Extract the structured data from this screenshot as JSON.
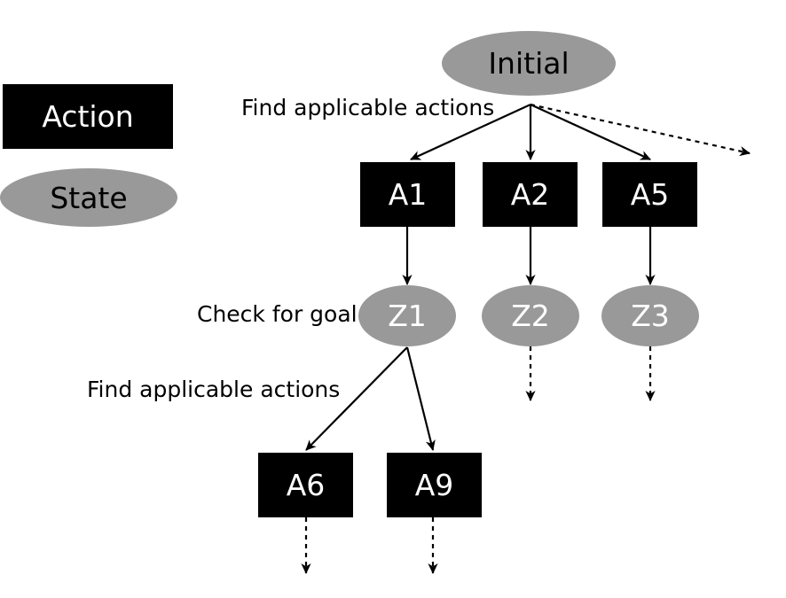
{
  "diagram": {
    "title": "Search tree expansion diagram",
    "colors": {
      "action_fill": "#000000",
      "action_text": "#ffffff",
      "state_fill": "#999999",
      "state_text_light": "#ffffff",
      "state_text_dark": "#000000",
      "edge": "#000000",
      "background": "#ffffff"
    },
    "legend": {
      "action": "Action",
      "state": "State"
    },
    "labels": {
      "find_actions_top": "Find applicable actions",
      "check_goal": "Check for goal",
      "find_actions_second": "Find applicable actions"
    },
    "nodes": {
      "initial": "Initial",
      "a1": "A1",
      "a2": "A2",
      "a5": "A5",
      "z1": "Z1",
      "z2": "Z2",
      "z3": "Z3",
      "a6": "A6",
      "a9": "A9"
    }
  }
}
